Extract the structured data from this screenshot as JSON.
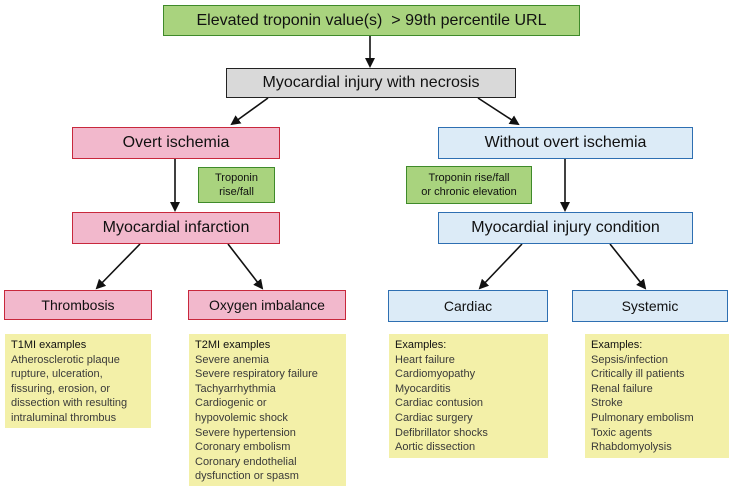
{
  "top": "Elevated troponin value(s)  > 99th percentile URL",
  "injury": "Myocardial injury with necrosis",
  "overt": "Overt ischemia",
  "without_overt": "Without overt ischemia",
  "tag_left": [
    "Troponin",
    "rise/fall"
  ],
  "tag_right": [
    "Troponin rise/fall",
    "or chronic elevation"
  ],
  "mi": "Myocardial infarction",
  "mic": "Myocardial injury condition",
  "thrombosis": "Thrombosis",
  "oxygen": "Oxygen imbalance",
  "cardiac": "Cardiac",
  "systemic": "Systemic",
  "t1mi": {
    "title": "T1MI examples",
    "lines": [
      "Atherosclerotic plaque",
      "rupture, ulceration,",
      "fissuring, erosion, or",
      "dissection with resulting",
      "intraluminal thrombus"
    ]
  },
  "t2mi": {
    "title": "T2MI examples",
    "lines": [
      "Severe anemia",
      "Severe respiratory failure",
      "Tachyarrhythmia",
      "Cardiogenic or",
      "hypovolemic shock",
      "Severe hypertension",
      "Coronary embolism",
      "Coronary endothelial",
      "dysfunction or spasm"
    ]
  },
  "cardiac_examples": {
    "title": "Examples:",
    "lines": [
      "Heart failure",
      "Cardiomyopathy",
      "Myocarditis",
      "Cardiac contusion",
      "Cardiac surgery",
      "Defibrillator shocks",
      "Aortic dissection"
    ]
  },
  "systemic_examples": {
    "title": "Examples:",
    "lines": [
      "Sepsis/infection",
      "Critically ill patients",
      "Renal failure",
      "Stroke",
      "Pulmonary embolism",
      "Toxic agents",
      "Rhabdomyolysis"
    ]
  }
}
